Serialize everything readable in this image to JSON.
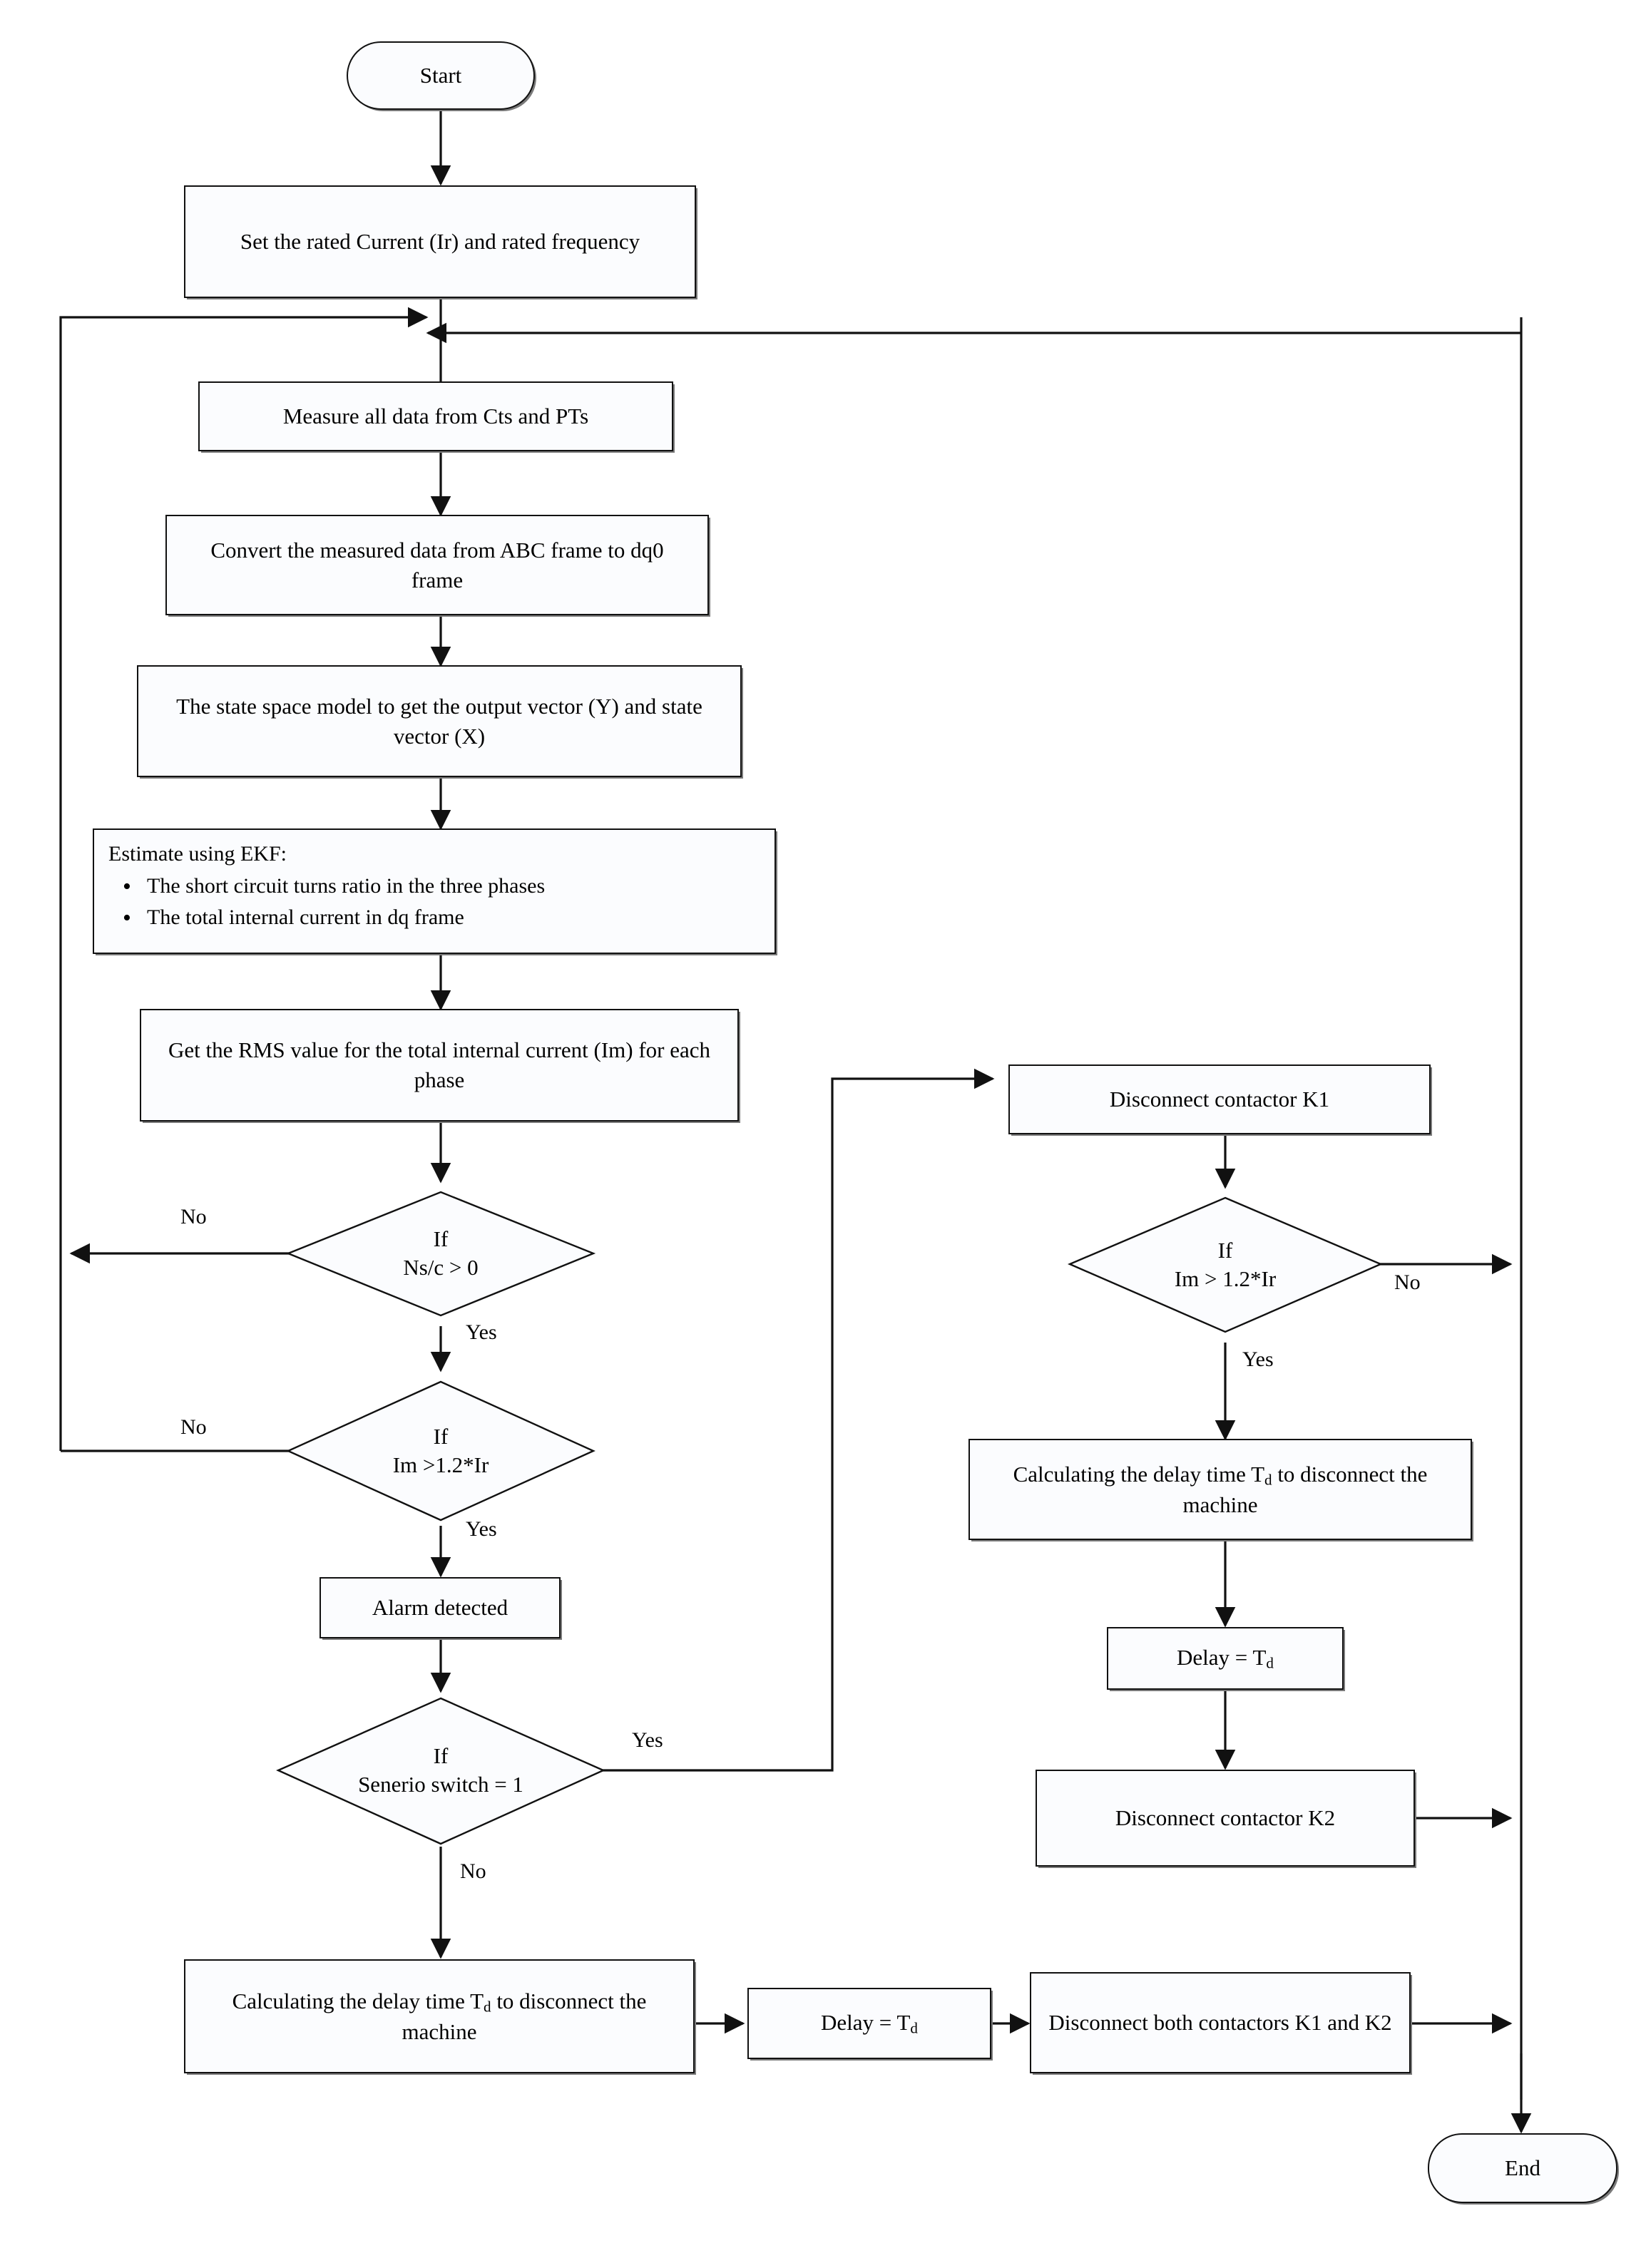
{
  "title": "Protection algorithm flowchart",
  "nodes": {
    "start": "Start",
    "set_rated": "Set the rated Current (Ir) and rated frequency",
    "measure": "Measure all data from Cts and PTs",
    "convert": "Convert the measured data from ABC frame to dq0 frame",
    "state_space": "The state space model to get the output vector (Y) and state vector (X)",
    "ekf_header": "Estimate using EKF:",
    "ekf_bullets": [
      "The short circuit turns ratio in the three phases",
      "The total internal current in dq frame"
    ],
    "rms": "Get the RMS value for the total internal current  (Im) for each phase",
    "dec_nsc": "If\nNs/c > 0",
    "dec_im_left": "If\nIm >1.2*Ir",
    "alarm": "Alarm detected",
    "dec_scenario": "If\nSenerio switch = 1",
    "calc_delay_left": "Calculating the delay time Td to disconnect the machine",
    "delay_left": "Delay = Td",
    "disc_both": "Disconnect both contactors K1 and K2",
    "disc_k1": "Disconnect contactor K1",
    "dec_im_right": "If\nIm > 1.2*Ir",
    "calc_delay_right": "Calculating the delay time Td to disconnect the machine",
    "delay_right": "Delay = Td",
    "disc_k2": "Disconnect contactor K2",
    "end": "End"
  },
  "edge_labels": {
    "no_nsc": "No",
    "yes_nsc": "Yes",
    "no_im_left": "No",
    "yes_im_left": "Yes",
    "yes_scenario": "Yes",
    "no_scenario": "No",
    "no_im_right": "No",
    "yes_im_right": "Yes"
  },
  "colors": {
    "stroke": "#111111",
    "fill": "#fbfcfe",
    "shadow": "#7a7a7a",
    "background": "#ffffff"
  },
  "chart_data": {
    "type": "table",
    "title": "Protection algorithm flowchart",
    "flow_steps": [
      "Start",
      "Set the rated Current (Ir) and rated frequency",
      "Measure all data from Cts and PTs",
      "Convert the measured data from ABC frame to dq0 frame",
      "The state space model to get the output vector (Y) and state vector (X)",
      "Estimate using EKF: short circuit turns ratio in the three phases; total internal current in dq frame",
      "Get the RMS value for the total internal current (Im) for each phase",
      "If Ns/c > 0 ? No -> loop back to Measure ; Yes -> next",
      "If Im >1.2*Ir ? No -> loop back to Measure ; Yes -> Alarm detected",
      "Alarm detected",
      "If Senerio switch = 1 ? Yes -> Disconnect contactor K1 ; No -> Calculating the delay time Td",
      "Disconnect contactor K1",
      "If Im > 1.2*Ir ? No -> loop back to Measure ; Yes -> Calculating the delay time Td",
      "Calculating the delay time Td to disconnect the machine",
      "Delay = Td",
      "Disconnect contactor K2",
      "Calculating the delay time Td to disconnect the machine",
      "Delay = Td",
      "Disconnect both contactors K1 and K2",
      "End"
    ]
  }
}
